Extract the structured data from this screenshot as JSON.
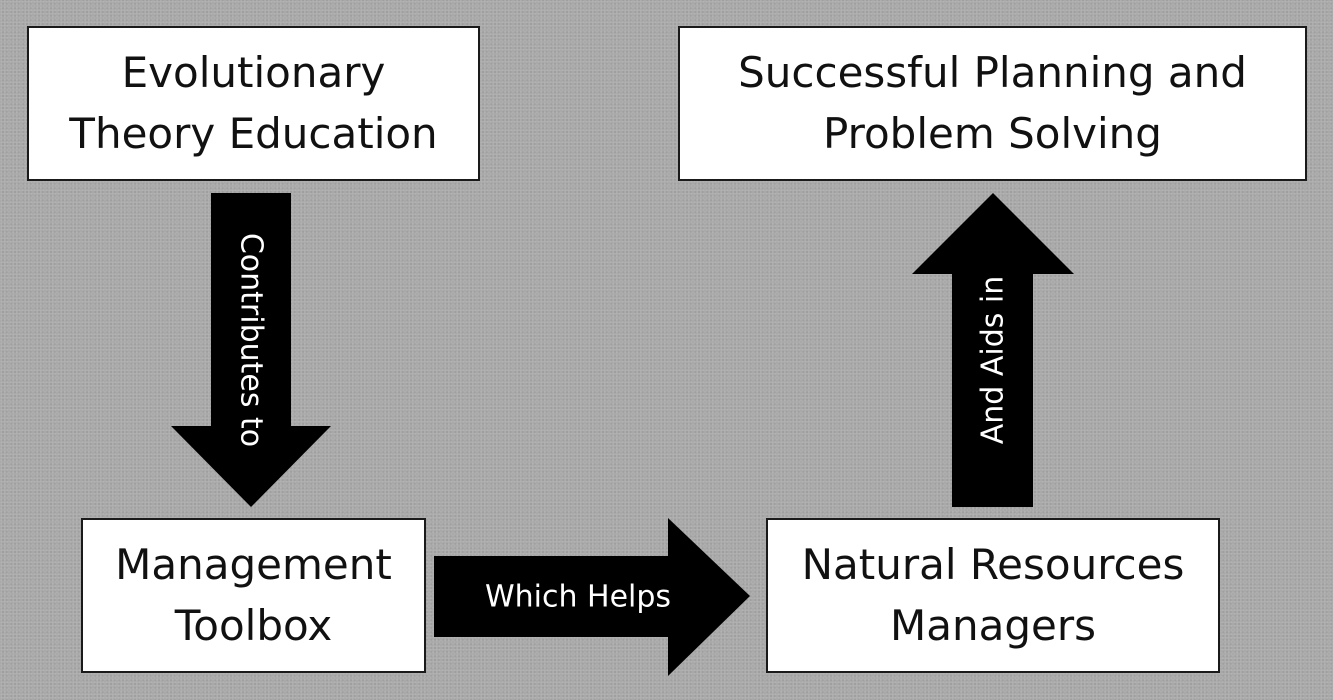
{
  "nodes": {
    "evolutionary_theory": {
      "line1": "Evolutionary",
      "line2": "Theory Education"
    },
    "successful_planning": {
      "line1": "Successful Planning and",
      "line2": "Problem Solving"
    },
    "management_toolbox": {
      "line1": "Management",
      "line2": "Toolbox"
    },
    "natural_resources": {
      "line1": "Natural Resources",
      "line2": "Managers"
    }
  },
  "edges": {
    "contributes": {
      "label": "Contributes to"
    },
    "helps": {
      "label": "Which Helps"
    },
    "aids": {
      "label": "And Aids in"
    }
  },
  "colors": {
    "background": "#a9a9a9",
    "box_fill": "#ffffff",
    "arrow_fill": "#000000",
    "arrow_text": "#ffffff"
  }
}
